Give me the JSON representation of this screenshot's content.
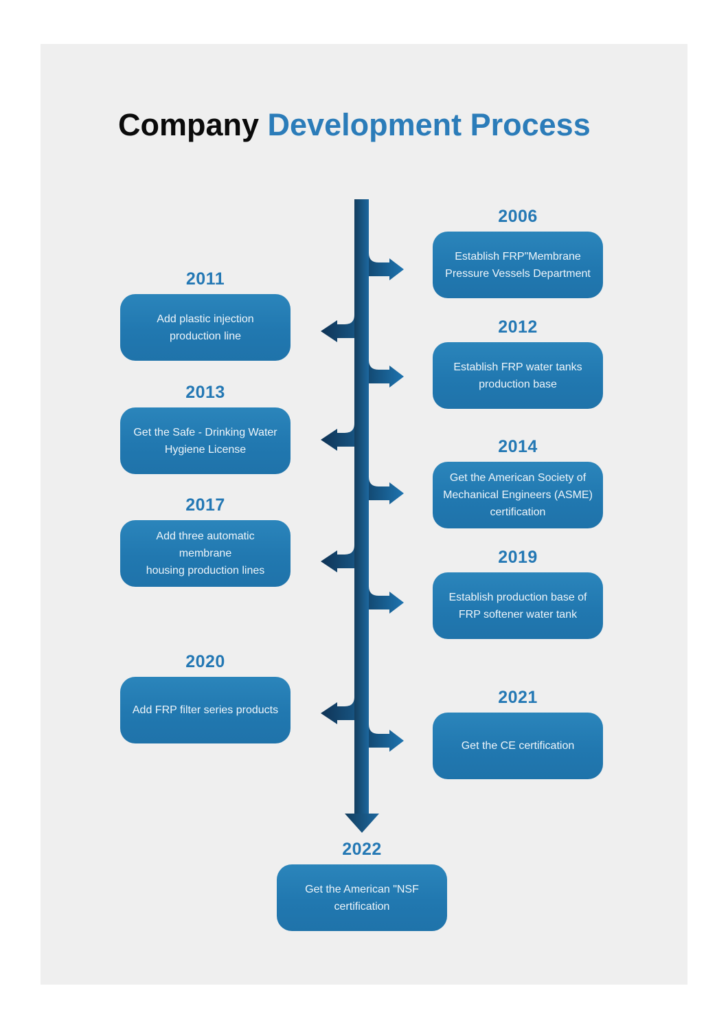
{
  "title": {
    "part1": "Company",
    "part2": " Development Process"
  },
  "colors": {
    "accent_blue": "#2478b4",
    "title_blue": "#2b7cb9",
    "box_blue": "#2178b0",
    "spine_dark": "#133e5e",
    "spine_light": "#1d689f",
    "panel_gray": "#efefef",
    "event_text": "#eef5fa"
  },
  "timeline": {
    "events": [
      {
        "year": "2006",
        "side": "right",
        "text": "Establish FRP\"Membrane\nPressure Vessels Department"
      },
      {
        "year": "2011",
        "side": "left",
        "text": "Add plastic injection\nproduction line"
      },
      {
        "year": "2012",
        "side": "right",
        "text": "Establish FRP water tanks\nproduction base"
      },
      {
        "year": "2013",
        "side": "left",
        "text": "Get the Safe - Drinking Water\nHygiene License"
      },
      {
        "year": "2014",
        "side": "right",
        "text": "Get the American Society of\nMechanical Engineers (ASME)\ncertification"
      },
      {
        "year": "2017",
        "side": "left",
        "text": "Add three automatic membrane\nhousing production lines"
      },
      {
        "year": "2019",
        "side": "right",
        "text": "Establish production base of\nFRP softener water tank"
      },
      {
        "year": "2020",
        "side": "left",
        "text": "Add FRP filter series products"
      },
      {
        "year": "2021",
        "side": "right",
        "text": "Get the CE certification"
      },
      {
        "year": "2022",
        "side": "bottom",
        "text": "Get the American \"NSF\ncertification"
      }
    ]
  }
}
